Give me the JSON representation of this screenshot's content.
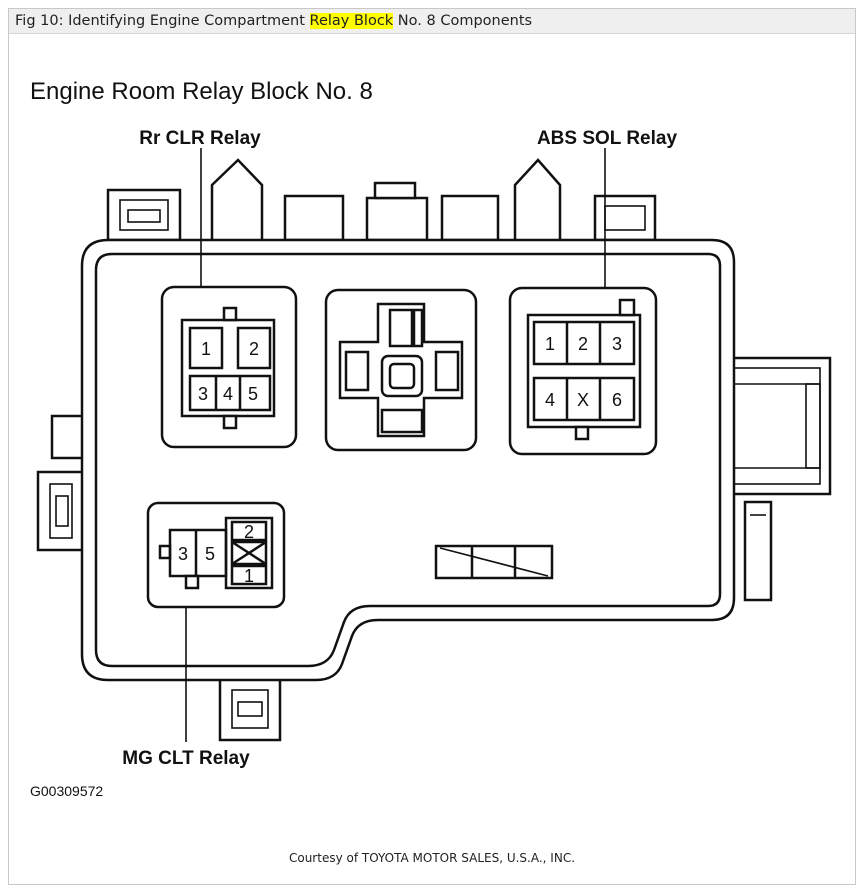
{
  "caption": {
    "prefix": "Fig 10: Identifying Engine Compartment ",
    "highlight": "Relay Block",
    "suffix": " No. 8 Components"
  },
  "diagram": {
    "title": "Engine Room Relay Block No. 8",
    "relays": {
      "rr_clr": {
        "label": "Rr CLR Relay",
        "pins": [
          "1",
          "2",
          "3",
          "4",
          "5"
        ]
      },
      "abs_sol": {
        "label": "ABS SOL Relay",
        "pins": [
          "1",
          "2",
          "3",
          "4",
          "X",
          "6"
        ]
      },
      "mg_clt": {
        "label": "MG CLT Relay",
        "pins": [
          "3",
          "5",
          "2",
          "1"
        ]
      }
    },
    "figure_code": "G00309572",
    "courtesy": "Courtesy of TOYOTA MOTOR SALES, U.S.A., INC."
  }
}
